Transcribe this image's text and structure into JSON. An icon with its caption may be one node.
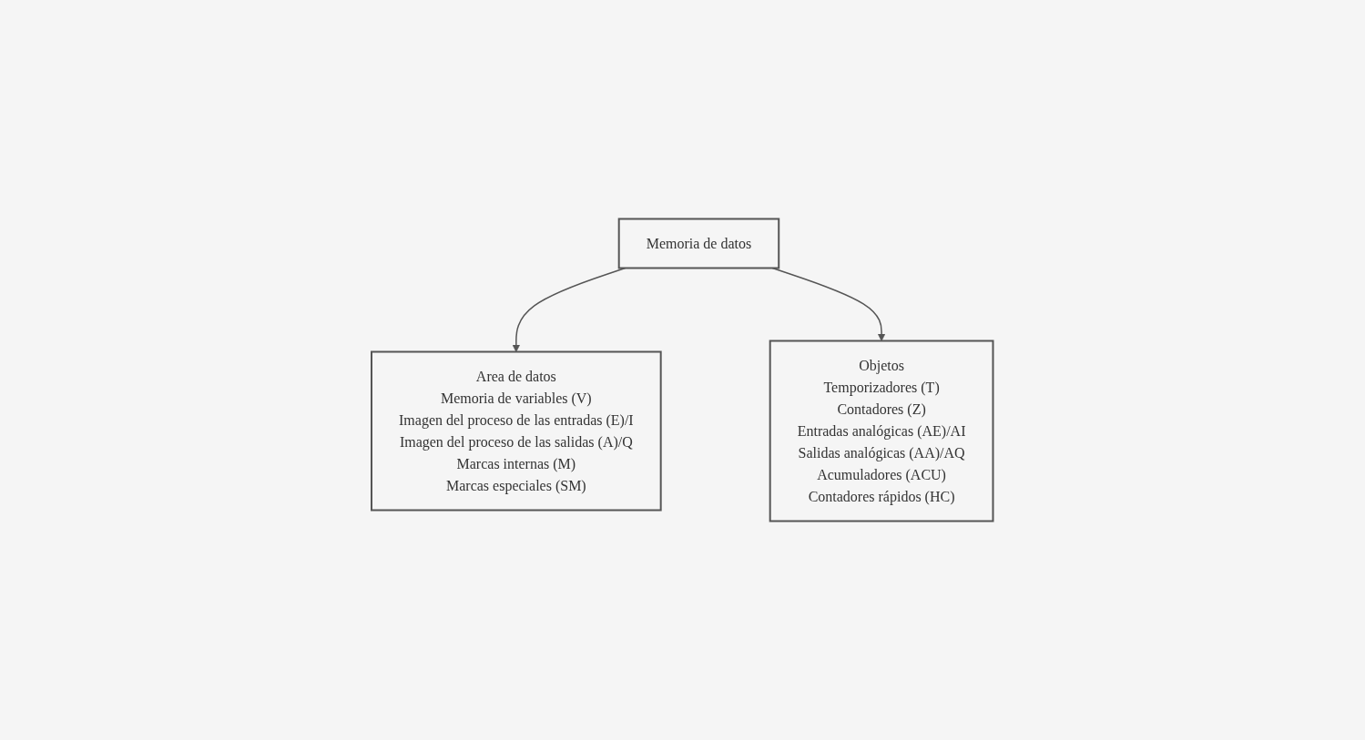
{
  "diagram": {
    "nodes": [
      {
        "text": [
          "Memoria de datos"
        ]
      },
      {
        "text": [
          "Area de datos",
          "Memoria de variables (V)",
          "Imagen del proceso de las entradas (E)/I",
          "Imagen del proceso de las salidas (A)/Q",
          "Marcas internas (M)",
          "Marcas especiales (SM)"
        ]
      },
      {
        "text": [
          "Objetos",
          "Temporizadores (T)",
          "Contadores (Z)",
          "Entradas analógicas (AE)/AI",
          "Salidas analógicas (AA)/AQ",
          "Acumuladores (ACU)",
          "Contadores rápidos (HC)"
        ]
      }
    ],
    "edges": [
      {
        "from": 0,
        "to": 1,
        "arrow": "to"
      },
      {
        "from": 0,
        "to": 2,
        "arrow": "to"
      }
    ]
  }
}
